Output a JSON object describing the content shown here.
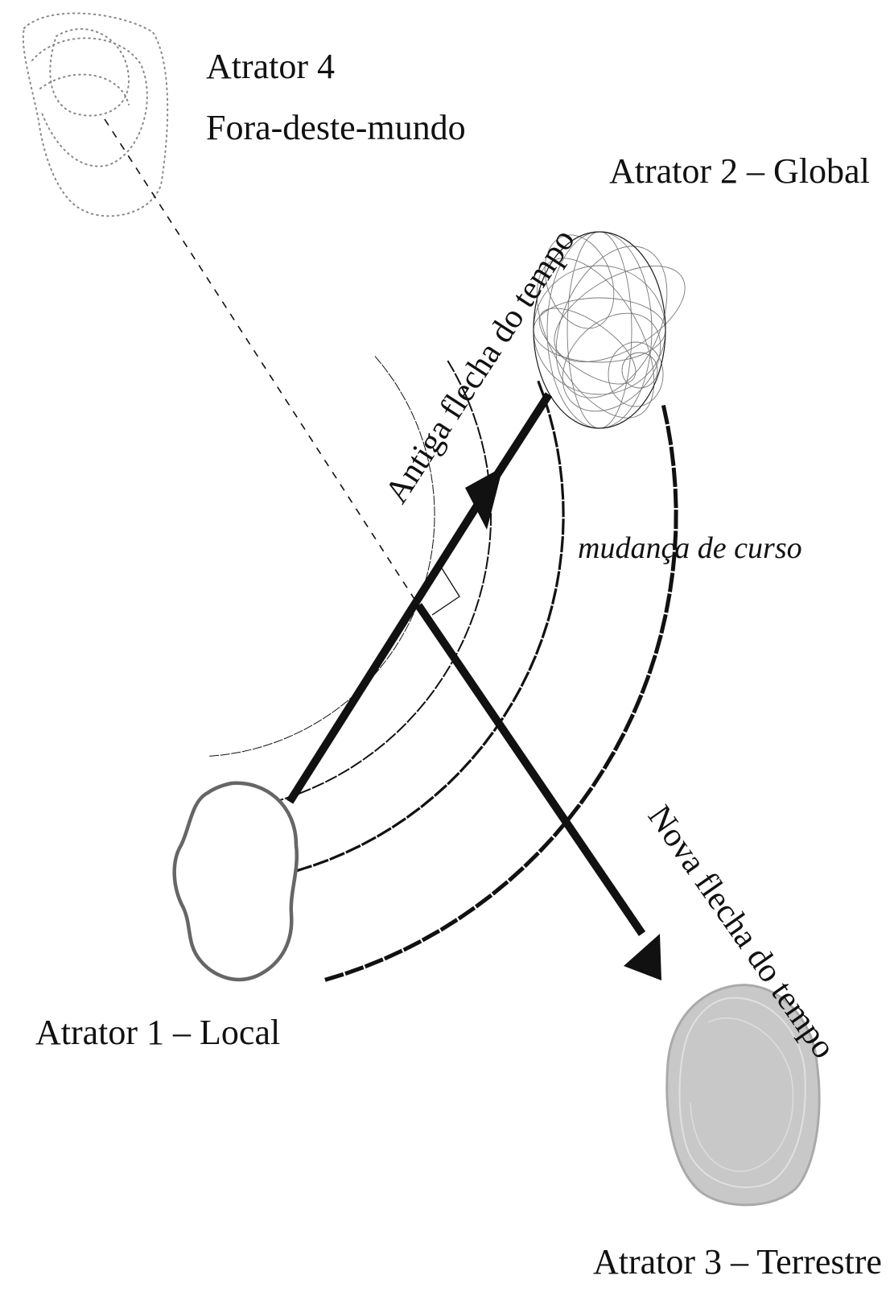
{
  "diagram": {
    "attractors": {
      "a1": {
        "title": "Atrator 1 – Local"
      },
      "a2": {
        "title": "Atrator 2 – Global"
      },
      "a3": {
        "title": "Atrator 3 – Terrestre"
      },
      "a4": {
        "line1": "Atrator 4",
        "line2": "Fora-deste-mundo"
      }
    },
    "arrows": {
      "old": {
        "label": "Antiga flecha do tempo"
      },
      "new": {
        "label": "Nova flecha do tempo"
      }
    },
    "annotation": "mudança de curso"
  },
  "colors": {
    "ink": "#111111",
    "local_outline": "#666666",
    "terrestre_fill": "#c8c8c8",
    "globe_lines": "#777777",
    "dotted": "#888888"
  }
}
